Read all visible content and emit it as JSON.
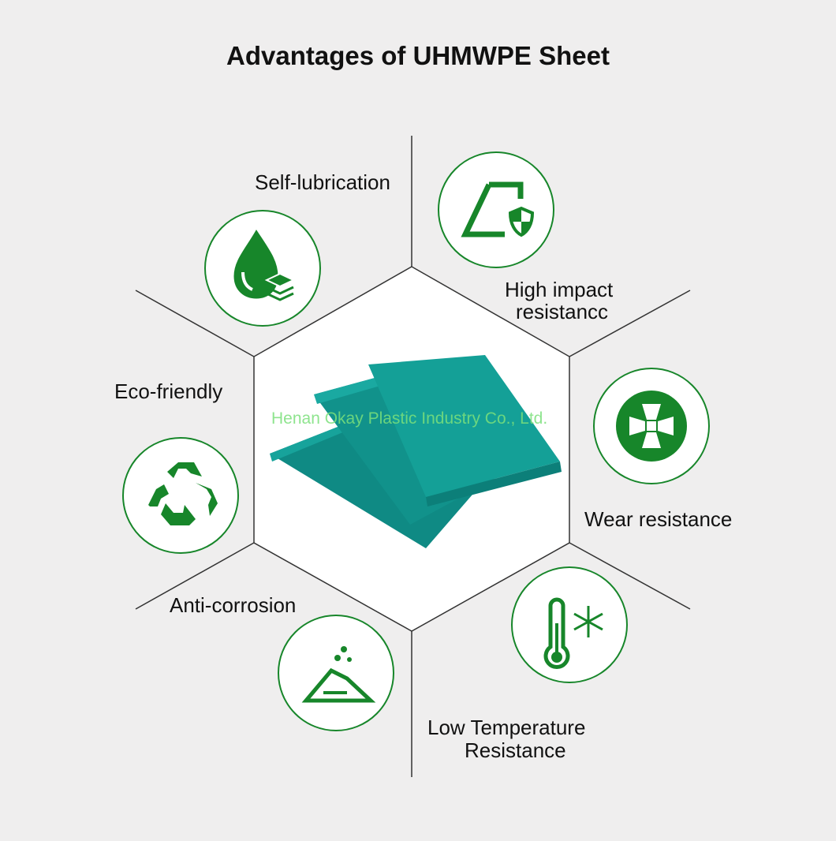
{
  "title": "Advantages of UHMWPE Sheet",
  "watermark": "Henan Okay Plastic Industry Co., Ltd.",
  "colors": {
    "accent": "#17862a",
    "sheet": "#13968f",
    "background": "#efeeee"
  },
  "advantages": [
    {
      "label": "Self-lubrication",
      "icon": "droplet-layers-icon"
    },
    {
      "label_line1": "High impact",
      "label_line2": "resistancc",
      "icon": "glass-shield-icon"
    },
    {
      "label": "Wear resistance",
      "icon": "wear-disc-icon"
    },
    {
      "label_line1": "Low Temperature",
      "label_line2": "Resistance",
      "icon": "thermometer-snowflake-icon"
    },
    {
      "label": "Anti-corrosion",
      "icon": "powder-pile-icon"
    },
    {
      "label": "Eco-friendly",
      "icon": "recycle-icon"
    }
  ]
}
